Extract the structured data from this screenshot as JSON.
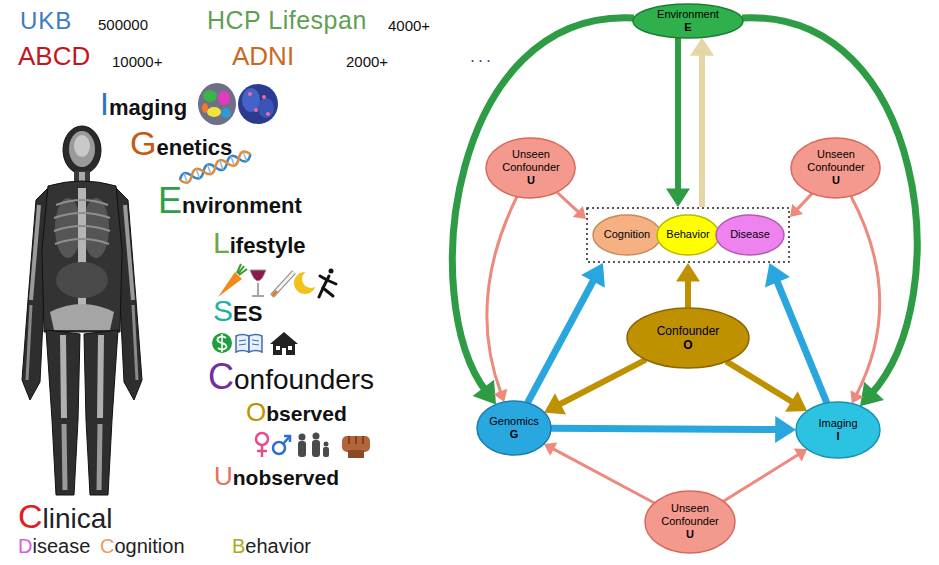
{
  "diagram": {
    "nodes": [
      {
        "text": [
          "Environment",
          "E"
        ]
      },
      {
        "text": [
          "Unseen Confounder",
          "U"
        ]
      },
      {
        "text": [
          "Unseen Confounder",
          "U"
        ]
      },
      {
        "text": []
      },
      {
        "text": [
          "Cognition"
        ],
        "in": 3
      },
      {
        "text": [
          "Behavior"
        ],
        "in": 3
      },
      {
        "text": [
          "Disease"
        ],
        "in": 3
      },
      {
        "text": [
          "Confounder",
          "O"
        ]
      },
      {
        "text": [
          "Genomics",
          "G"
        ]
      },
      {
        "text": [
          "Imaging",
          "I"
        ]
      },
      {
        "text": [
          "Unseen Confounder",
          "U"
        ]
      }
    ],
    "edges": [
      {
        "from": 0,
        "to": 3,
        "arrow": "to"
      },
      {
        "from": 3,
        "to": 0,
        "arrow": "to"
      },
      {
        "from": 0,
        "to": 8,
        "arrow": "to"
      },
      {
        "from": 0,
        "to": 9,
        "arrow": "to"
      },
      {
        "from": 1,
        "to": 3,
        "arrow": "to"
      },
      {
        "from": 2,
        "to": 3,
        "arrow": "to"
      },
      {
        "from": 1,
        "to": 8,
        "arrow": "to"
      },
      {
        "from": 2,
        "to": 9,
        "arrow": "to"
      },
      {
        "from": 7,
        "to": 3,
        "arrow": "to"
      },
      {
        "from": 7,
        "to": 8,
        "arrow": "to"
      },
      {
        "from": 7,
        "to": 9,
        "arrow": "to"
      },
      {
        "from": 8,
        "to": 3,
        "arrow": "to"
      },
      {
        "from": 9,
        "to": 3,
        "arrow": "to"
      },
      {
        "from": 8,
        "to": 9,
        "arrow": "to"
      },
      {
        "from": 10,
        "to": 8,
        "arrow": "to"
      },
      {
        "from": 10,
        "to": 9,
        "arrow": "to"
      }
    ],
    "labels": [
      "UKB",
      "500000",
      "HCP Lifespan",
      "4000+",
      "ABCD",
      "10000+",
      "ADNI",
      "2000+",
      "...",
      "Imaging",
      "Genetics",
      "Environment",
      "Lifestyle",
      "SES",
      "Confounders",
      "Observed",
      "Unobserved",
      "Clinical",
      "Disease",
      "Cognition",
      "Behavior"
    ]
  }
}
